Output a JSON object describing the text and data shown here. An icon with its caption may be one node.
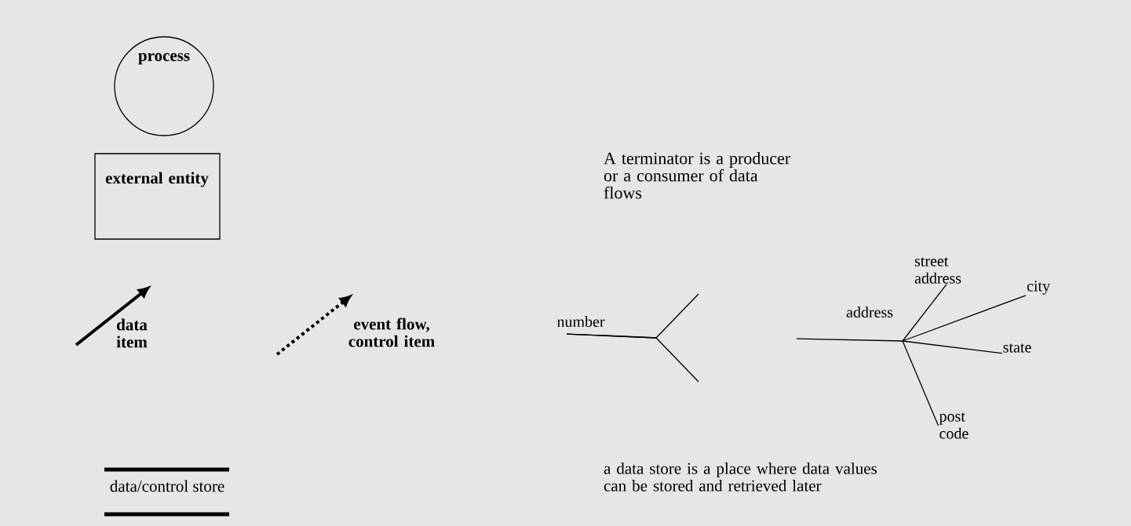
{
  "diagram": {
    "nodes": [
      {
        "text": [
          "process"
        ]
      },
      {
        "text": [
          "external entity"
        ]
      },
      {
        "text": [
          "data/control store"
        ]
      },
      {
        "text": [
          "number"
        ]
      },
      {
        "text": [
          "address"
        ]
      },
      {
        "text": [
          "street address"
        ]
      },
      {
        "text": [
          "city"
        ]
      },
      {
        "text": [
          "state"
        ]
      },
      {
        "text": [
          "post code"
        ]
      }
    ],
    "edges": [
      {
        "from": 3,
        "to": null,
        "arrow": "none"
      },
      {
        "from": 3,
        "to": null,
        "arrow": "none"
      },
      {
        "from": 4,
        "to": 5,
        "arrow": "none"
      },
      {
        "from": 4,
        "to": 6,
        "arrow": "none"
      },
      {
        "from": 4,
        "to": 7,
        "arrow": "none"
      },
      {
        "from": 4,
        "to": 8,
        "arrow": "none"
      }
    ],
    "labels": [
      "A terminator is a producer or a consumer of data flows",
      "data item",
      "event flow, control item",
      "a data store is a place where data values can be stored and retrieved later"
    ]
  }
}
